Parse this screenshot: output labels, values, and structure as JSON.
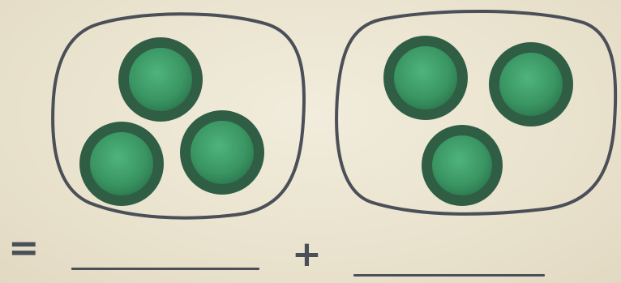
{
  "worksheet": {
    "equals_symbol": "=",
    "plus_symbol": "+",
    "groups": [
      {
        "name": "left-group",
        "counter_count": 3
      },
      {
        "name": "right-group",
        "counter_count": 3
      }
    ],
    "colors": {
      "paper": "#ece6d3",
      "outline": "#4a4f58",
      "counter_rim": "#2f5e45",
      "counter_face": "#3f9e6a"
    },
    "answer_blanks": 2
  }
}
